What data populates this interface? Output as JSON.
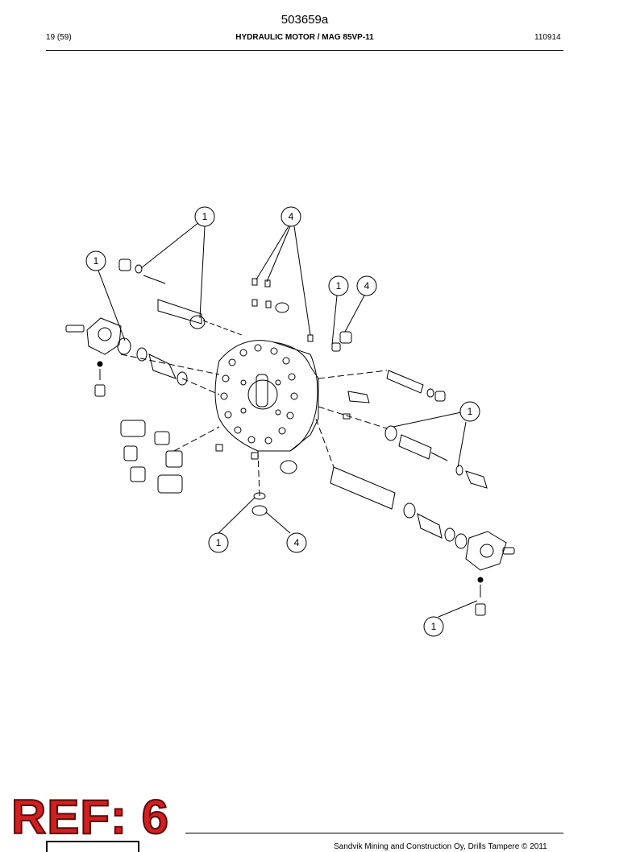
{
  "document": {
    "id": "503659a",
    "page": "19 (59)",
    "title": "HYDRAULIC MOTOR / MAG 85VP-11",
    "date_code": "110914",
    "footer": "Sandvik Mining and Construction Oy, Drills Tampere © 2011",
    "ref_stamp": "REF: 6"
  },
  "callouts": [
    "1",
    "4",
    "1",
    "1",
    "4",
    "1",
    "1",
    "4",
    "1"
  ]
}
